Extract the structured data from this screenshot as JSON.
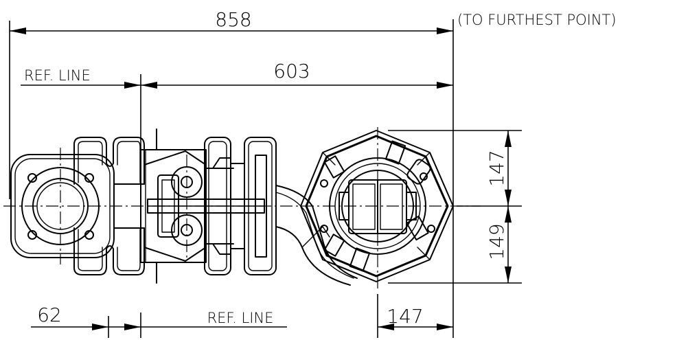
{
  "dimensions": {
    "overall": "858",
    "overall_note": "(TO FURTHEST POINT)",
    "from_ref": "603",
    "ref_line_top": "REF. LINE",
    "ref_line_bottom": "REF. LINE",
    "base_offset": "62",
    "right_upper": "147",
    "right_lower": "149",
    "bottom_right": "147"
  }
}
